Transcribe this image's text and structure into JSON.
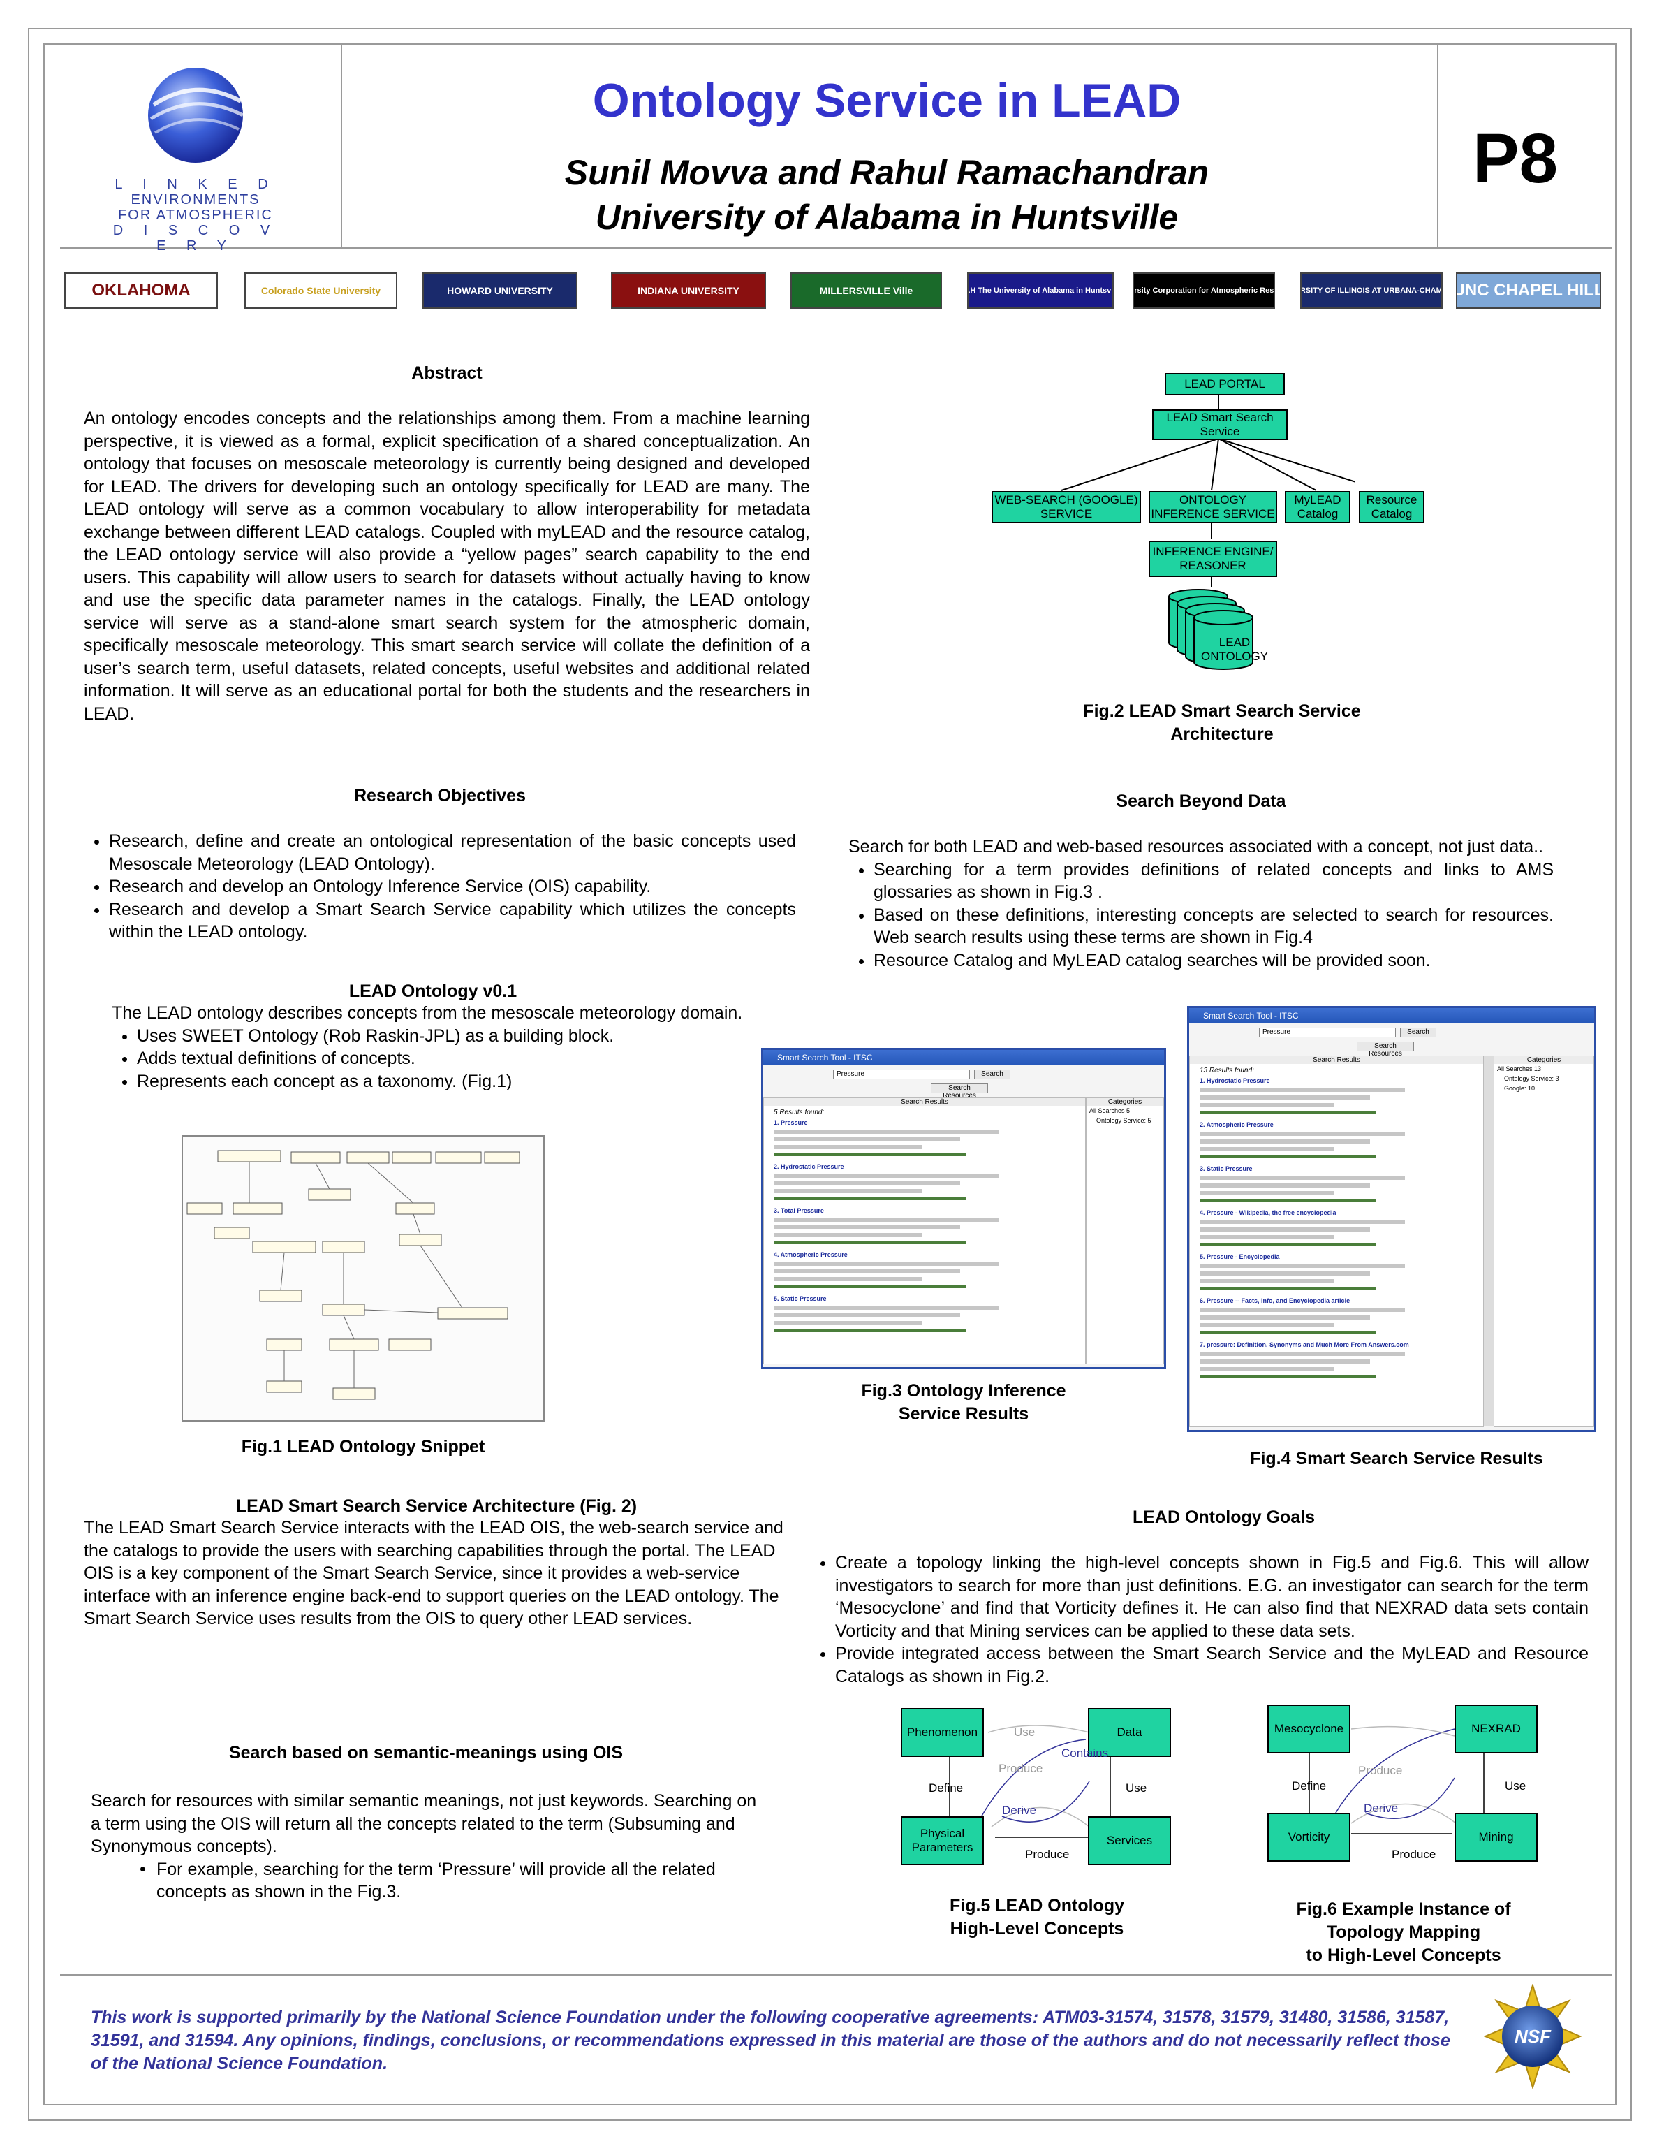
{
  "header": {
    "title": "Ontology Service in LEAD",
    "authors_line1": "Sunil Movva and Rahul Ramachandran",
    "authors_line2": "University of Alabama in Huntsville",
    "poster_number": "P8",
    "lead_logo_lines": [
      "L I N K E D",
      "ENVIRONMENTS",
      "FOR ATMOSPHERIC",
      "D I S C O V E R Y"
    ]
  },
  "partner_logos": [
    {
      "label": "OKLAHOMA",
      "bg": "#ffffff",
      "fg": "#7a1010"
    },
    {
      "label": "Colorado State University",
      "bg": "#ffffff",
      "fg": "#c8a020"
    },
    {
      "label": "HOWARD UNIVERSITY",
      "bg": "#1a2a6c",
      "fg": "#ffffff"
    },
    {
      "label": "INDIANA UNIVERSITY",
      "bg": "#8a1010",
      "fg": "#ffffff"
    },
    {
      "label": "MILLERSVILLE Ville",
      "bg": "#1a6a2a",
      "fg": "#ffffff"
    },
    {
      "label": "UAH The University of Alabama in Huntsville",
      "bg": "#1a1a8a",
      "fg": "#ffffff"
    },
    {
      "label": "University Corporation for Atmospheric Research",
      "bg": "#000000",
      "fg": "#ffffff"
    },
    {
      "label": "UNIVERSITY OF ILLINOIS AT URBANA-CHAMPAIGN",
      "bg": "#1a2a6c",
      "fg": "#ffffff"
    },
    {
      "label": "UNC CHAPEL HILL",
      "bg": "#7fa8d8",
      "fg": "#ffffff"
    }
  ],
  "abstract": {
    "heading": "Abstract",
    "body": "An ontology encodes concepts and the relationships among them. From a machine learning perspective, it is viewed as a formal, explicit specification of a shared conceptualization.  An ontology that focuses on mesoscale meteorology is currently being designed and developed for LEAD.  The drivers for developing such an ontology specifically for LEAD are many.   The LEAD ontology will serve as a common vocabulary to allow interoperability for metadata exchange between different LEAD catalogs.  Coupled with myLEAD and the resource catalog, the LEAD ontology service will also provide a “yellow pages” search capability to the end users.  This capability will allow users to search for datasets without actually having to know and use the specific data parameter names in the catalogs.  Finally, the LEAD ontology service will serve as a stand-alone smart search system for the atmospheric domain, specifically mesoscale meteorology. This smart search service will collate the definition of a user’s search term, useful datasets, related concepts, useful websites and additional related information. It will serve as an educational portal for both the students and the researchers in LEAD."
  },
  "objectives": {
    "heading": "Research Objectives",
    "items": [
      "Research, define and create an ontological representation of the basic concepts used Mesoscale Meteorology (LEAD Ontology).",
      "Research and develop an Ontology Inference Service (OIS) capability.",
      "Research and develop a Smart Search Service capability which utilizes the concepts within the LEAD ontology."
    ]
  },
  "ontology_v01": {
    "heading": "LEAD Ontology v0.1",
    "intro": "The LEAD ontology describes concepts from the mesoscale meteorology domain.",
    "items": [
      "Uses SWEET Ontology (Rob Raskin-JPL) as a building block.",
      "Adds textual definitions of concepts.",
      "Represents each concept as a taxonomy. (Fig.1)"
    ],
    "fig1_caption": "Fig.1 LEAD Ontology Snippet"
  },
  "architecture": {
    "heading": "LEAD Smart Search Service Architecture (Fig. 2)",
    "body": " The LEAD Smart Search Service interacts with the LEAD OIS, the web-search service and the catalogs to provide the users with searching capabilities through the portal. The LEAD OIS is a key component of the Smart Search Service, since it provides a  web-service interface with an inference engine back-end to support queries on the LEAD ontology. The Smart Search Service uses results from the OIS to query other LEAD services."
  },
  "semantic": {
    "heading": "Search based on semantic-meanings using OIS",
    "body": "Search for resources with similar semantic meanings, not just keywords. Searching on a term using the OIS will return all the concepts related to the term (Subsuming and Synonymous concepts).",
    "bullet": "For example, searching for the term ‘Pressure’ will provide all the related concepts as shown in the Fig.3."
  },
  "fig2": {
    "portal": "LEAD PORTAL",
    "smart_search": "LEAD Smart Search Service",
    "web_search": "WEB-SEARCH (GOOGLE) SERVICE",
    "ois": "ONTOLOGY INFERENCE SERVICE",
    "mylead": "MyLEAD Catalog",
    "resource": "Resource Catalog",
    "engine": "INFERENCE ENGINE/ REASONER",
    "db": "LEAD ONTOLOGY",
    "caption_line1": "Fig.2 LEAD Smart Search Service",
    "caption_line2": "Architecture"
  },
  "beyond": {
    "heading": "Search Beyond Data",
    "intro": "Search for both LEAD and web-based resources associated with a concept, not just data..",
    "items": [
      "Searching for a term provides definitions of related concepts and links to AMS glossaries as shown in Fig.3 .",
      "Based on these definitions, interesting concepts are selected to search for resources. Web search results using these terms are shown in Fig.4",
      "Resource Catalog and MyLEAD catalog searches will be provided soon."
    ]
  },
  "fig3": {
    "window_title": "Smart Search Tool - ITSC",
    "search_value": "Pressure",
    "search_button": "Search",
    "resources_button": "Search Resources",
    "results_header": "Search Results",
    "categories_header": "Categories",
    "results_count": "5 Results found:",
    "results": [
      "1. Pressure",
      "2. Hydrostatic Pressure",
      "3. Total Pressure",
      "4. Atmospheric Pressure",
      "5. Static Pressure"
    ],
    "categories": [
      "All Searches 5",
      "Ontology Service: 5"
    ],
    "caption_line1": "Fig.3 Ontology Inference",
    "caption_line2": "Service Results"
  },
  "fig4": {
    "window_title": "Smart Search Tool - ITSC",
    "search_value": "Pressure",
    "search_button": "Search",
    "resources_button": "Search Resources",
    "results_header": "Search Results",
    "categories_header": "Categories",
    "results_count": "13 Results found:",
    "results": [
      "1. Hydrostatic Pressure",
      "2. Atmospheric Pressure",
      "3. Static Pressure",
      "4. Pressure - Wikipedia, the free encyclopedia",
      "5. Pressure - Encyclopedia",
      "6. Pressure -- Facts, Info, and Encyclopedia article",
      "7. pressure: Definition, Synonyms and Much More From Answers.com"
    ],
    "categories": [
      "All Searches 13",
      "Ontology Service: 3",
      "Google: 10"
    ],
    "caption": "Fig.4 Smart Search Service Results"
  },
  "goals": {
    "heading": "LEAD Ontology Goals",
    "items": [
      "Create a topology linking the high-level concepts shown in Fig.5 and Fig.6. This will allow investigators to search for more than just definitions. E.G. an investigator can search for the term ‘Mesocyclone’ and find that Vorticity defines it. He can also find that NEXRAD data sets contain Vorticity and that Mining services can be applied to these data sets.",
      "Provide integrated access between the Smart Search Service and the MyLEAD and Resource Catalogs as shown in Fig.2."
    ]
  },
  "fig5": {
    "nodes": {
      "phenomenon": "Phenomenon",
      "data": "Data",
      "physical": "Physical Parameters",
      "services": "Services"
    },
    "edges": {
      "use_top": "Use",
      "contains": "Contains",
      "produce_mid": "Produce",
      "define": "Define",
      "use_right": "Use",
      "derive": "Derive",
      "produce_bottom": "Produce"
    },
    "caption_line1": "Fig.5 LEAD Ontology",
    "caption_line2": "High-Level Concepts"
  },
  "fig6": {
    "nodes": {
      "mesocyclone": "Mesocyclone",
      "nexrad": "NEXRAD",
      "vorticity": "Vorticity",
      "mining": "Mining"
    },
    "edges": {
      "produce_mid": "Produce",
      "define": "Define",
      "use_right": "Use",
      "derive": "Derive",
      "produce_bottom": "Produce"
    },
    "caption_line1": "Fig.6 Example Instance of",
    "caption_line2": "Topology Mapping",
    "caption_line3": "to High-Level Concepts"
  },
  "footer": {
    "funding": "This work is supported primarily by the National Science Foundation under the following cooperative agreements:  ATM03-31574, 31578, 31579, 31480, 31586, 31587, 31591, and 31594. Any opinions, findings, conclusions, or recommendations expressed in this material are those of the authors and do not necessarily reflect those of the National Science Foundation.",
    "nsf_label": "NSF"
  }
}
